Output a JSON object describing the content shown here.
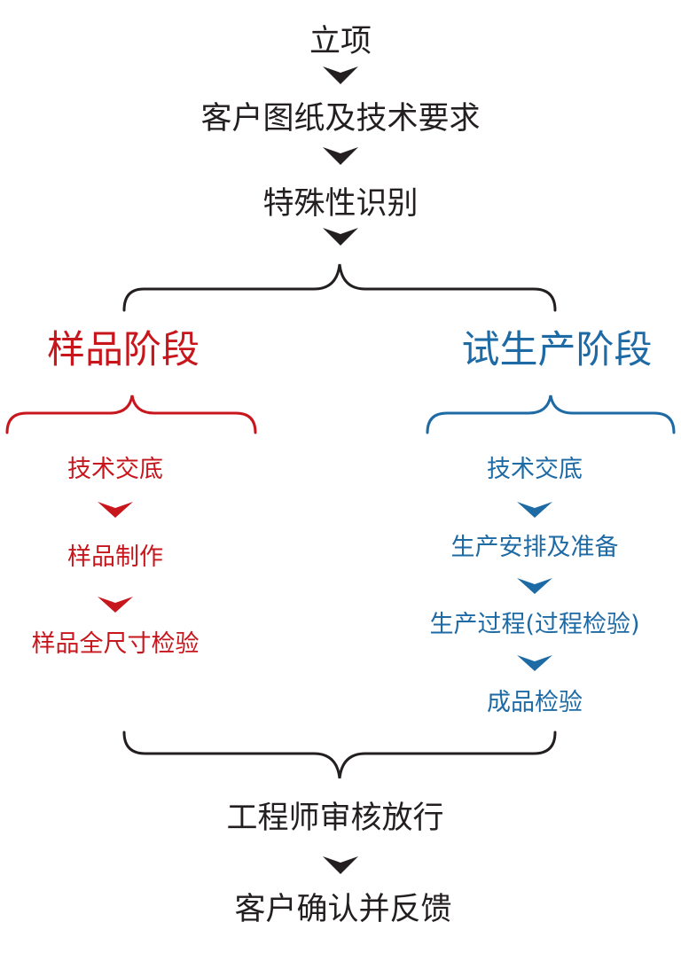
{
  "colors": {
    "main": "#231f20",
    "sample": "#c8161d",
    "trial": "#1d6aa5"
  },
  "top_steps": [
    "立项",
    "客户图纸及技术要求",
    "特殊性识别"
  ],
  "sample_stage": {
    "title": "样品阶段",
    "steps": [
      "技术交底",
      "样品制作",
      "样品全尺寸检验"
    ]
  },
  "trial_stage": {
    "title": "试生产阶段",
    "steps": [
      "技术交底",
      "生产安排及准备",
      "生产过程(过程检验)",
      "成品检验"
    ]
  },
  "bottom_steps": [
    "工程师审核放行",
    "客户确认并反馈"
  ]
}
